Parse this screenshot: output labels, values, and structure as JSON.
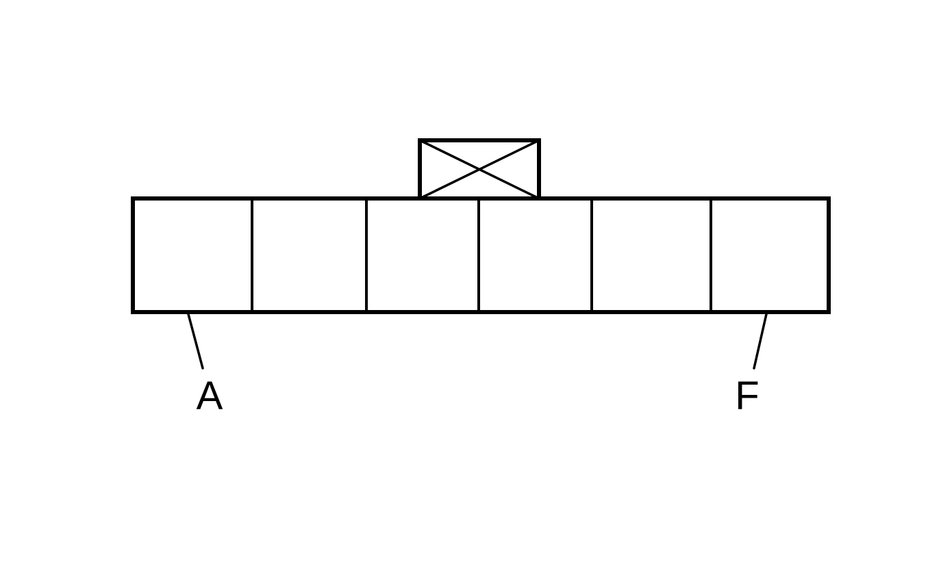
{
  "diagram": {
    "colors": {
      "stroke": "#000000",
      "background": "#ffffff"
    },
    "connector": {
      "cavity_count": 6,
      "pin_labels": {
        "first": "A",
        "last": "F"
      }
    }
  }
}
